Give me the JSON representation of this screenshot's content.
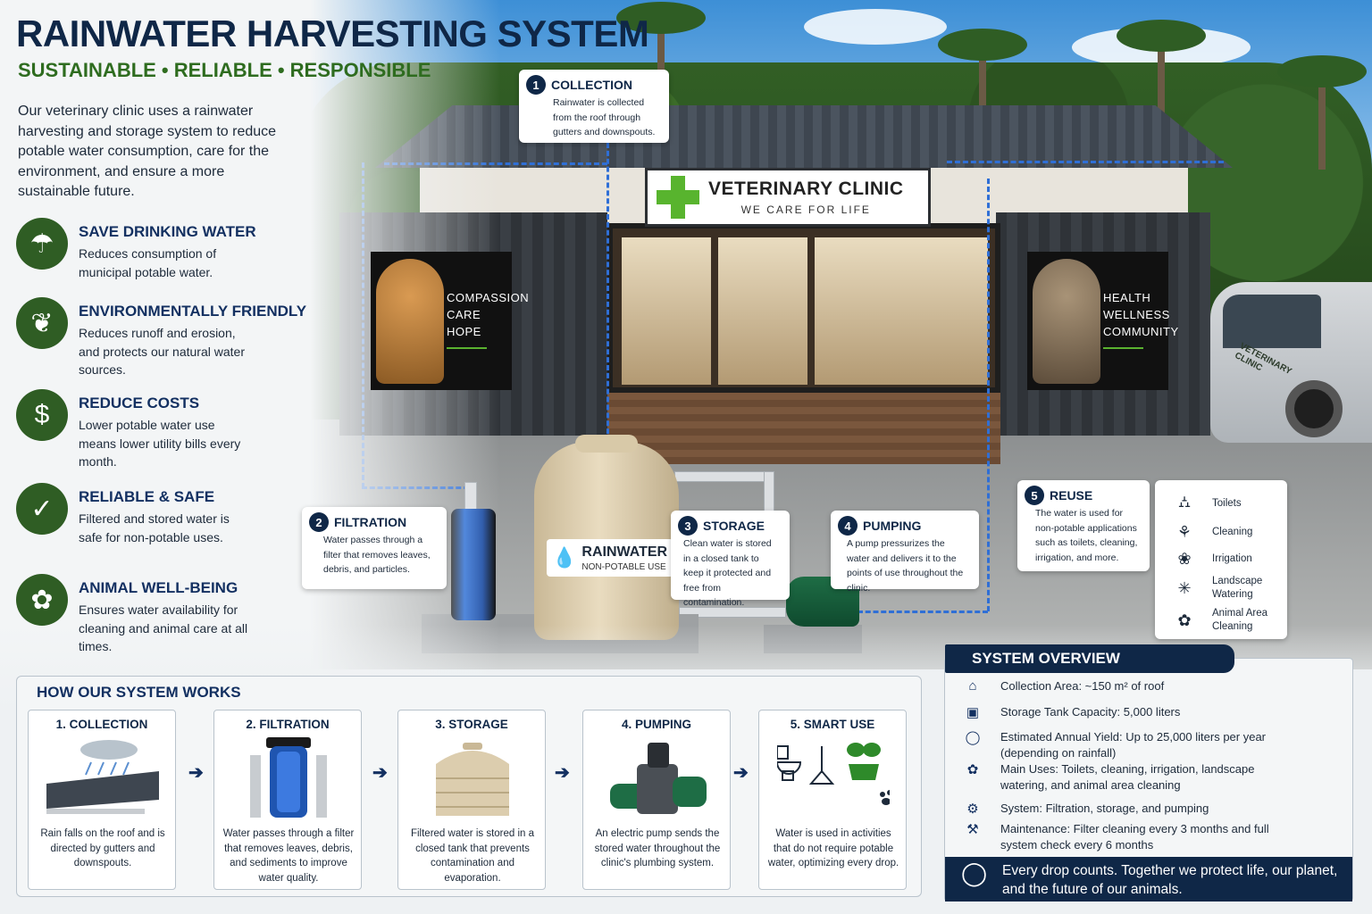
{
  "header": {
    "title": "RAINWATER HARVESTING SYSTEM",
    "tagline": "SUSTAINABLE • RELIABLE • RESPONSIBLE",
    "intro": "Our veterinary clinic uses a rainwater harvesting and storage system to reduce potable water consumption, care for the environment, and ensure a more sustainable future."
  },
  "benefits": [
    {
      "icon": "rain-cloud-icon",
      "title": "SAVE DRINKING WATER",
      "text": "Reduces consumption of municipal potable water."
    },
    {
      "icon": "leaf-icon",
      "title": "ENVIRONMENTALLY FRIENDLY",
      "text": "Reduces runoff and erosion, and protects our natural water sources."
    },
    {
      "icon": "dollar-icon",
      "title": "REDUCE COSTS",
      "text": "Lower potable water use means lower utility bills every month."
    },
    {
      "icon": "shield-check-icon",
      "title": "RELIABLE & SAFE",
      "text": "Filtered and stored water is safe for non-potable uses."
    },
    {
      "icon": "paw-icon",
      "title": "ANIMAL WELL-BEING",
      "text": "Ensures water availability for cleaning and animal care at all times."
    }
  ],
  "clinic": {
    "sign_title": "VETERINARY CLINIC",
    "sign_subtitle": "WE CARE FOR LIFE",
    "poster_left": [
      "COMPASSION",
      "CARE",
      "HOPE"
    ],
    "poster_right": [
      "HEALTH",
      "WELLNESS",
      "COMMUNITY"
    ],
    "vehicle_text": "VETERINARY CLINIC"
  },
  "tank": {
    "label": "RAINWATER",
    "sublabel": "NON-POTABLE USE"
  },
  "callouts": [
    {
      "num": "1",
      "title": "COLLECTION",
      "text": "Rainwater is collected from the roof through gutters and downspouts."
    },
    {
      "num": "2",
      "title": "FILTRATION",
      "text": "Water passes through a filter that removes leaves, debris, and particles."
    },
    {
      "num": "3",
      "title": "STORAGE",
      "text": "Clean water is stored in a closed tank to keep it protected and free from contamination."
    },
    {
      "num": "4",
      "title": "PUMPING",
      "text": "A pump pressurizes the water and delivers it to the points of use throughout the clinic."
    },
    {
      "num": "5",
      "title": "REUSE",
      "text": "The water is used for non-potable applications such as toilets, cleaning, irrigation, and more."
    }
  ],
  "uses": [
    {
      "icon": "toilet-icon",
      "label": "Toilets"
    },
    {
      "icon": "broom-icon",
      "label": "Cleaning"
    },
    {
      "icon": "plant-icon",
      "label": "Irrigation"
    },
    {
      "icon": "sprinkler-icon",
      "label": "Landscape Watering"
    },
    {
      "icon": "paw-icon",
      "label": "Animal Area Cleaning"
    }
  ],
  "how": {
    "title": "HOW OUR SYSTEM WORKS",
    "steps": [
      {
        "title": "1. COLLECTION",
        "text": "Rain falls on the roof and is directed by gutters and downspouts."
      },
      {
        "title": "2. FILTRATION",
        "text": "Water passes through a filter that removes leaves, debris, and sediments to improve water quality."
      },
      {
        "title": "3. STORAGE",
        "text": "Filtered water is stored in a closed tank that prevents contamination and evaporation."
      },
      {
        "title": "4. PUMPING",
        "text": "An electric pump sends the stored water throughout the clinic's plumbing system."
      },
      {
        "title": "5. SMART USE",
        "text": "Water is used in activities that do not require potable water, optimizing every drop."
      }
    ]
  },
  "overview": {
    "title": "SYSTEM OVERVIEW",
    "rows": [
      {
        "icon": "roof-icon",
        "text": "Collection Area: ~150 m² of roof"
      },
      {
        "icon": "tank-icon",
        "text": "Storage Tank Capacity: 5,000 liters"
      },
      {
        "icon": "drop-icon",
        "text": "Estimated Annual Yield: Up to 25,000 liters per year (depending on rainfall)"
      },
      {
        "icon": "hands-icon",
        "text": "Main Uses: Toilets, cleaning, irrigation, landscape watering, and animal area cleaning"
      },
      {
        "icon": "gear-icon",
        "text": "System: Filtration, storage, and pumping"
      },
      {
        "icon": "wrench-icon",
        "text": "Maintenance: Filter cleaning every 3 months and full system check every 6 months"
      }
    ],
    "footer": "Every drop counts. Together we protect life, our planet, and the future of our animals."
  },
  "colors": {
    "navy": "#0f2747",
    "green": "#2f5d24",
    "accent_green": "#58b42e",
    "flow_blue": "#2f6fd6"
  }
}
